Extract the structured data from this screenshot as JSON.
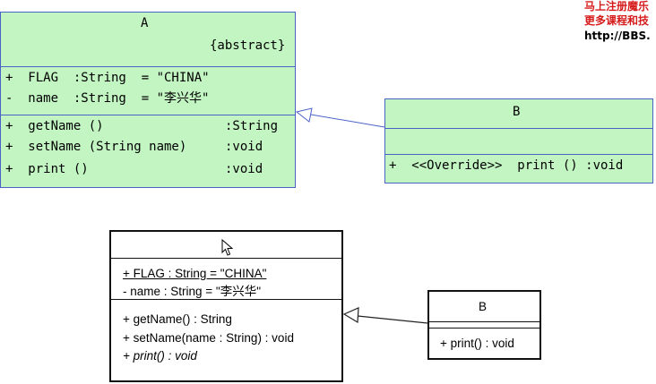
{
  "watermark": {
    "line1": "马上注册魔乐",
    "line2": "更多课程和技",
    "line3": "http://BBS."
  },
  "top_diagram": {
    "class_a": {
      "name": "A",
      "stereotype": "{abstract}",
      "attributes": [
        "+  FLAG  :String  = \"CHINA\"",
        "-  name  :String  = \"李兴华\""
      ],
      "operations": [
        {
          "sig": "+  getName ()",
          "ret": ":String"
        },
        {
          "sig": "+  setName (String name)",
          "ret": ":void"
        },
        {
          "sig": "+  print ()",
          "ret": ":void"
        }
      ]
    },
    "class_b": {
      "name": "B",
      "operations": [
        "+  <<Override>>  print () :void"
      ]
    }
  },
  "bottom_diagram": {
    "class_a": {
      "attributes": [
        "+ FLAG : String = \"CHINA\"",
        "- name : String = \"李兴华\""
      ],
      "operations": [
        "+ getName() : String",
        "+ setName(name : String) : void",
        "+ print() : void"
      ]
    },
    "class_b": {
      "name": "B",
      "operations": [
        "+ print() : void"
      ]
    }
  },
  "colors": {
    "class_fill": "#c2f5c2",
    "class_border": "#4a63c8",
    "watermark_red": "#d61b1b"
  }
}
